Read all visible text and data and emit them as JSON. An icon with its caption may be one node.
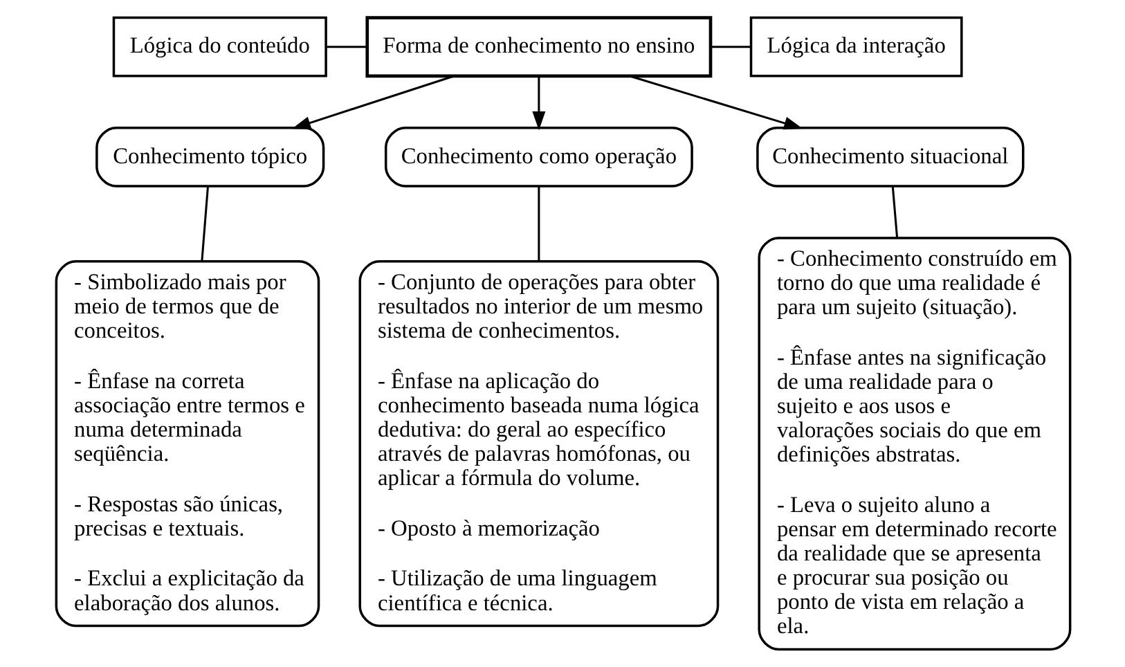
{
  "diagram": {
    "nodes": [
      {
        "text": [
          "Lógica do conteúdo"
        ]
      },
      {
        "text": [
          "Forma de conhecimento no ensino"
        ]
      },
      {
        "text": [
          "Lógica da interação"
        ]
      },
      {
        "text": [
          "Conhecimento tópico"
        ]
      },
      {
        "text": [
          "Conhecimento como operação"
        ]
      },
      {
        "text": [
          "Conhecimento situacional"
        ]
      },
      {
        "text": [
          "- Simbolizado mais por meio de termos que de conceitos.",
          "- Ênfase na correta associação entre termos e numa determinada seqüência.",
          "- Respostas são únicas, precisas e textuais.",
          "- Exclui a explicitação da elaboração dos alunos."
        ]
      },
      {
        "text": [
          "- Conjunto de operações para obter resultados no interior de um mesmo sistema de conhecimentos.",
          "- Ênfase na aplicação do conhecimento baseada numa lógica dedutiva: do geral ao específico através de palavras homófonas, ou aplicar a fórmula do volume.",
          "- Oposto à memorização",
          "- Utilização de uma linguagem científica e técnica."
        ]
      },
      {
        "text": [
          "- Conhecimento construído em torno do que uma realidade é para um sujeito (situação).",
          "- Ênfase antes na significação de uma realidade para o sujeito e aos usos e valorações sociais do que em definições abstratas.",
          "- Leva o sujeito aluno a pensar em determinado recorte da realidade que se apresenta e procurar sua posição ou ponto de vista em relação a ela."
        ]
      }
    ],
    "edges": [
      {
        "from": 0,
        "to": 1,
        "arrow": "none"
      },
      {
        "from": 1,
        "to": 2,
        "arrow": "none"
      },
      {
        "from": 1,
        "to": 3,
        "arrow": "to"
      },
      {
        "from": 1,
        "to": 4,
        "arrow": "to"
      },
      {
        "from": 1,
        "to": 5,
        "arrow": "to"
      },
      {
        "from": 3,
        "to": 6,
        "arrow": "none"
      },
      {
        "from": 4,
        "to": 7,
        "arrow": "none"
      },
      {
        "from": 5,
        "to": 8,
        "arrow": "none"
      }
    ]
  }
}
